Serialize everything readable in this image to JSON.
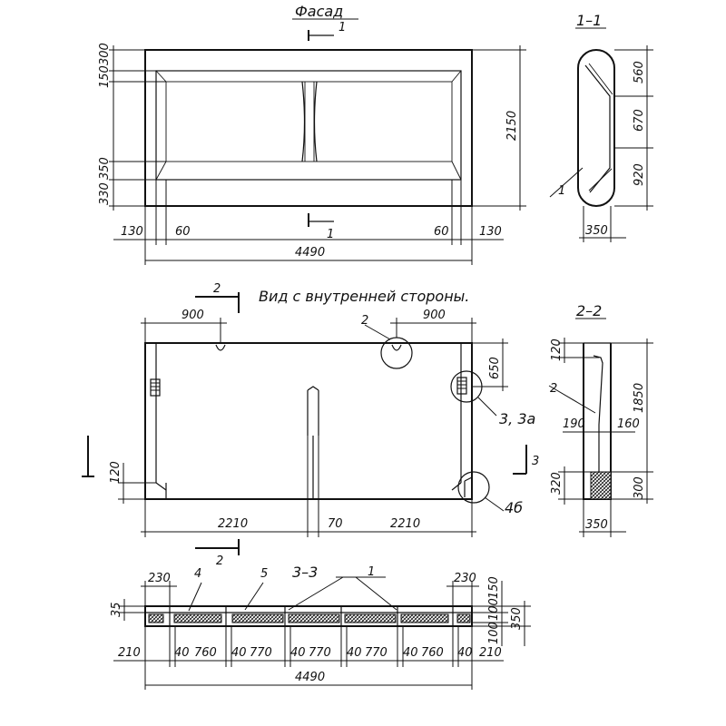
{
  "titles": {
    "facade": "Фасад",
    "sec11": "1–1",
    "sec22": "2–2",
    "sec33": "3–3",
    "inner_view": "Вид с внутренней стороны."
  },
  "marks": {
    "one": "1",
    "two": "2",
    "three": "3",
    "four": "4",
    "five": "5",
    "n33a": "3, 3а",
    "n4b": "4б"
  },
  "facade_dims": {
    "top_300": "300",
    "top_150": "150",
    "bot_350": "350",
    "bot_330": "330",
    "height": "2150",
    "b130l": "130",
    "b60l": "60",
    "b60r": "60",
    "b130r": "130",
    "total": "4490"
  },
  "sec11_dims": {
    "d560": "560",
    "d670": "670",
    "d920": "920",
    "d350": "350"
  },
  "inner_dims": {
    "d900l": "900",
    "d900r": "900",
    "d650": "650",
    "d120": "120",
    "d2210l": "2210",
    "d70": "70",
    "d2210r": "2210"
  },
  "sec22_dims": {
    "d120": "120",
    "d190": "190",
    "d160": "160",
    "d1850": "1850",
    "d320": "320",
    "d300": "300",
    "d350": "350"
  },
  "sec33_dims": {
    "d230l": "230",
    "d230r": "230",
    "d35": "35",
    "d150": "150",
    "d100a": "100",
    "d100b": "100",
    "d350": "350",
    "b210l": "210",
    "b40a": "40",
    "b760a": "760",
    "b40b": "40",
    "b770a": "770",
    "b40c": "40",
    "b770b": "770",
    "b40d": "40",
    "b770c": "770",
    "b40e": "40",
    "b760b": "760",
    "b40f": "40",
    "b210r": "210",
    "total": "4490"
  }
}
